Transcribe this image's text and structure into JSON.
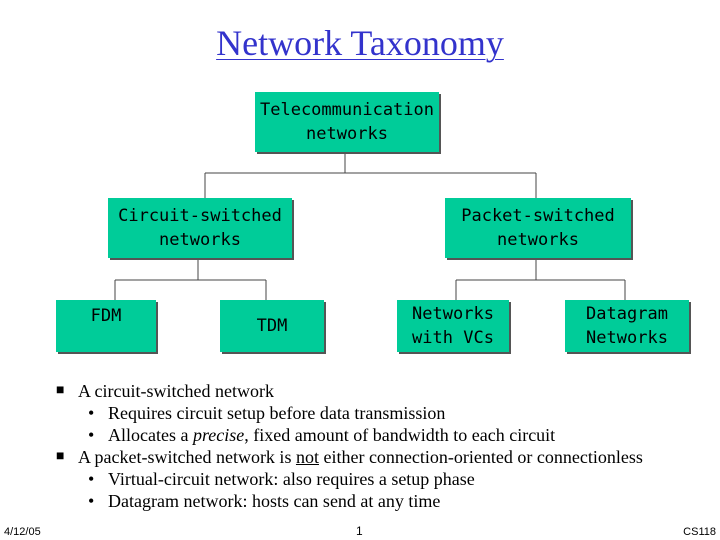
{
  "title": "Network Taxonomy",
  "nodes": {
    "root": [
      "Telecommunication",
      "networks"
    ],
    "circuit": [
      "Circuit-switched",
      "networks"
    ],
    "packet": [
      "Packet-switched",
      "networks"
    ],
    "fdm": [
      "FDM"
    ],
    "tdm": [
      "TDM"
    ],
    "vc": [
      "Networks",
      "with VCs"
    ],
    "datagram": [
      "Datagram",
      "Networks"
    ]
  },
  "bullets": [
    {
      "text": "A circuit-switched network",
      "subs": [
        [
          "Requires circuit setup before data transmission"
        ],
        [
          "Allocates a ",
          {
            "em": "precise"
          },
          ", fixed amount of bandwidth to each circuit"
        ]
      ]
    },
    {
      "text_parts": [
        "A packet-switched network is ",
        {
          "u": "not"
        },
        " either connection-oriented or connectionless"
      ],
      "subs": [
        [
          "Virtual-circuit network: also requires a setup phase"
        ],
        [
          "Datagram network: hosts can send at any time"
        ]
      ]
    }
  ],
  "footer": {
    "date": "4/12/05",
    "page": "1",
    "course": "CS118"
  },
  "colors": {
    "box": "#00cc99",
    "title": "#3333cc"
  }
}
